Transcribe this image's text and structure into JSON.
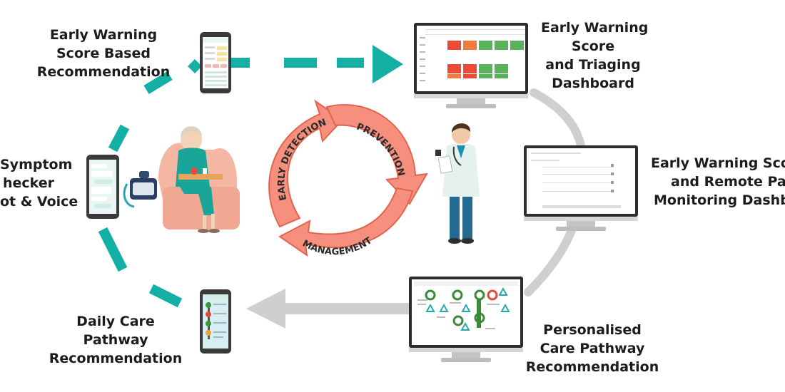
{
  "labels": {
    "ews_recommendation": [
      "Early Warning",
      "Score Based",
      "Recommendation"
    ],
    "ews_triage_dashboard": [
      "Early Warning",
      "Score",
      "and Triaging",
      "Dashboard"
    ],
    "ews_rpm_dashboard": [
      "Early Warning Sco",
      "and Remote Patie",
      "Monitoring Dashbo"
    ],
    "symptom_checker": [
      "Symptom",
      "hecker",
      "ot & Voice)"
    ],
    "daily_care": [
      "Daily Care",
      "Pathway",
      "Recommendation"
    ],
    "personalised_care": [
      "Personalised",
      "Care Pathway",
      "Recommendation"
    ]
  },
  "cycle": {
    "early_detection": "EARLY DETECTION",
    "prevention": "PREVENTION",
    "management": "MANAGEMENT"
  },
  "colors": {
    "teal": "#14b0a5",
    "gray_arrow": "#cfcfcf",
    "cycle_fill": "#f68f7e",
    "cycle_stroke": "#e0654f",
    "tile_red": "#e94b35",
    "tile_orange": "#ef7b3f",
    "tile_green": "#58b35a",
    "node_green": "#3a8a3a",
    "node_red": "#e04a3a",
    "node_teal": "#2aa8b0"
  }
}
